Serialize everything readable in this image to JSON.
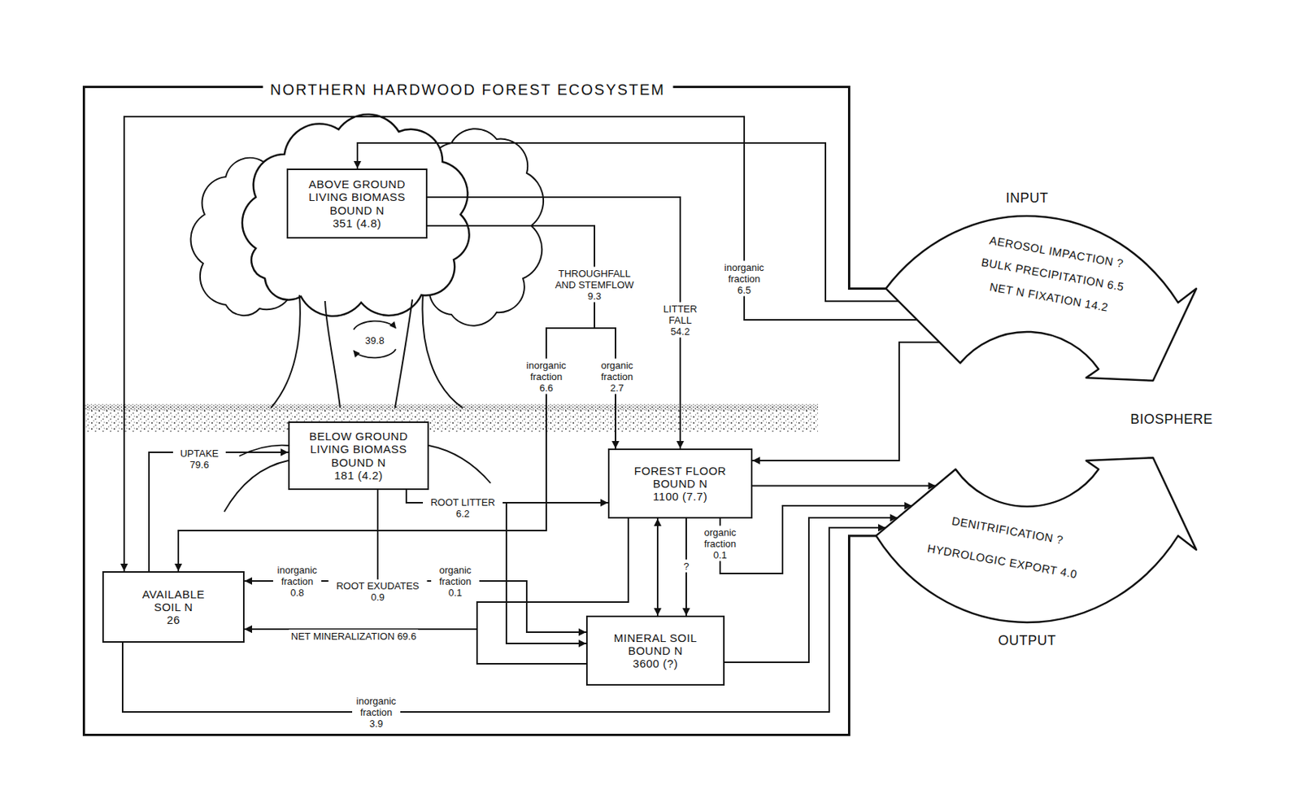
{
  "diagram": {
    "nodes": [
      {
        "text": [
          "NORTHERN HARDWOOD FOREST ECOSYSTEM"
        ]
      },
      {
        "text": [
          "ABOVE GROUND LIVING BIOMASS BOUND N",
          "351 (4.8)"
        ],
        "in": 0
      },
      {
        "text": [
          "BELOW GROUND LIVING BIOMASS BOUND N",
          "181 (4.2)"
        ],
        "in": 0
      },
      {
        "text": [
          "FOREST FLOOR BOUND N",
          "1100 (7.7)"
        ],
        "in": 0
      },
      {
        "text": [
          "AVAILABLE SOIL N",
          "26"
        ],
        "in": 0
      },
      {
        "text": [
          "MINERAL SOIL BOUND N",
          "3600 (?)"
        ],
        "in": 0
      },
      {
        "text": [
          "INPUT",
          "AEROSOL IMPACTION ?",
          "BULK PRECIPITATION 6.5",
          "NET N FIXATION 14.2",
          "BIOSPHERE",
          "DENITRIFICATION ?",
          "HYDROLOGIC EXPORT 4.0",
          "OUTPUT"
        ]
      }
    ],
    "edges": [
      {
        "from": 6,
        "to": 1,
        "arrow": "to"
      },
      {
        "from": 6,
        "to": 4,
        "label": "inorganic fraction 6.5",
        "arrow": "to"
      },
      {
        "from": 6,
        "to": 3,
        "arrow": "to"
      },
      {
        "from": 1,
        "to": 3,
        "label": "LITTER FALL 54.2",
        "arrow": "to"
      },
      {
        "from": 1,
        "to": 4,
        "label": "inorganic fraction 6.6",
        "arrow": "to"
      },
      {
        "from": 1,
        "to": 3,
        "label": "organic fraction 2.7",
        "arrow": "to"
      },
      {
        "from": 4,
        "to": 2,
        "label": "UPTAKE 79.6",
        "arrow": "to"
      },
      {
        "from": 2,
        "to": 3,
        "label": "ROOT LITTER 6.2",
        "arrow": "to"
      },
      {
        "from": 2,
        "to": 5,
        "arrow": "to"
      },
      {
        "from": 2,
        "to": 4,
        "label": "inorganic fraction 0.8",
        "arrow": "to"
      },
      {
        "from": 2,
        "to": 5,
        "label": "organic fraction 0.1",
        "arrow": "to"
      },
      {
        "from": 3,
        "to": 4,
        "label": "NET MINERALIZATION 69.6",
        "arrow": "to"
      },
      {
        "from": 5,
        "to": 4,
        "arrow": "to"
      },
      {
        "from": 3,
        "to": 5,
        "arrow": "both"
      },
      {
        "from": 3,
        "to": 5,
        "label": "?",
        "arrow": "to"
      },
      {
        "from": 3,
        "to": 6,
        "label": "organic fraction 0.1",
        "arrow": "to"
      },
      {
        "from": 3,
        "to": 6,
        "arrow": "to"
      },
      {
        "from": 5,
        "to": 6,
        "arrow": "to"
      },
      {
        "from": 4,
        "to": 6,
        "label": "inorganic fraction 3.9",
        "arrow": "to"
      }
    ],
    "labels": [
      "THROUGHFALL AND STEMFLOW 9.3",
      "ROOT EXUDATES 0.9",
      "39.8"
    ]
  }
}
